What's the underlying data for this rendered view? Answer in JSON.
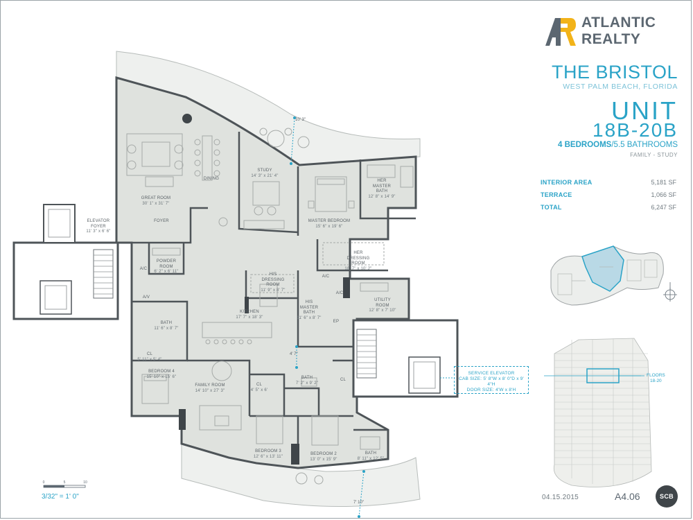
{
  "brand": {
    "line1": "ATLANTIC",
    "line2": "REALTY",
    "colors": {
      "gold": "#f2b319",
      "slate": "#5c6771",
      "accent": "#2aa3c7"
    }
  },
  "building": {
    "name": "THE BRISTOL",
    "location": "WEST PALM BEACH, FLORIDA"
  },
  "unit": {
    "word": "UNIT",
    "number": "18B-20B",
    "bedrooms": "4 BEDROOMS",
    "bathrooms": "/5.5 BATHROOMS",
    "type": "FAMILY - STUDY"
  },
  "areas": [
    {
      "label": "INTERIOR AREA",
      "value": "5,181 SF"
    },
    {
      "label": "TERRACE",
      "value": "1,066 SF"
    },
    {
      "label": "TOTAL",
      "value": "6,247 SF"
    }
  ],
  "floors": {
    "label": "FLOORS",
    "value": "18-20"
  },
  "service_elevator": {
    "title": "SERVICE ELEVATOR",
    "cab": "CAB SIZE: 5' 8\"W x 8' 0\"D x 9' 4\"H",
    "door": "DOOR SIZE: 4'W x 8'H"
  },
  "scale": {
    "ticks": [
      "0",
      "5",
      "10"
    ],
    "text": "3/32\" = 1' 0\""
  },
  "footer": {
    "date": "04.15.2015",
    "sheet": "A4.06",
    "badge": "SCB"
  },
  "rooms": [
    {
      "id": "great-room",
      "name": "GREAT ROOM",
      "dim": "30' 1\" x 31' 7\""
    },
    {
      "id": "elevator-foyer",
      "name": "ELEVATOR\nFOYER",
      "dim": "11' 3\" x 6' 6\""
    },
    {
      "id": "foyer",
      "name": "FOYER",
      "dim": ""
    },
    {
      "id": "dining",
      "name": "DINING",
      "dim": ""
    },
    {
      "id": "study",
      "name": "STUDY",
      "dim": "14' 3\" x 21' 4\""
    },
    {
      "id": "master-bedroom",
      "name": "MASTER BEDROOM",
      "dim": "15' 6\" x 19' 6\""
    },
    {
      "id": "her-master-bath",
      "name": "HER\nMASTER\nBATH",
      "dim": "12' 8\" x 14' 9\""
    },
    {
      "id": "her-dressing",
      "name": "HER\nDRESSING\nROOM",
      "dim": "18' 7\" x 10' 2\""
    },
    {
      "id": "his-dressing",
      "name": "HIS\nDRESSING\nROOM",
      "dim": "11' 9\" x 8' 7\""
    },
    {
      "id": "powder",
      "name": "POWDER\nROOM",
      "dim": "6' 2\" x 6' 11\""
    },
    {
      "id": "ac1",
      "name": "A/C",
      "dim": ""
    },
    {
      "id": "av",
      "name": "A/V",
      "dim": ""
    },
    {
      "id": "kitchen",
      "name": "KITCHEN",
      "dim": "17' 7\" x 18' 3\""
    },
    {
      "id": "his-master-bath",
      "name": "HIS\nMASTER\nBATH",
      "dim": "11' 6\" x 8' 7\""
    },
    {
      "id": "ac2",
      "name": "A/C",
      "dim": ""
    },
    {
      "id": "ac3",
      "name": "A/C",
      "dim": ""
    },
    {
      "id": "utility",
      "name": "UTILITY\nROOM",
      "dim": "12' 8\" x 7' 10\""
    },
    {
      "id": "ep",
      "name": "EP",
      "dim": ""
    },
    {
      "id": "bath1",
      "name": "BATH",
      "dim": "11' 6\" x 8' 7\""
    },
    {
      "id": "cl1",
      "name": "CL",
      "dim": "5' 11\" x 5' 4\""
    },
    {
      "id": "bedroom4",
      "name": "BEDROOM 4",
      "dim": "15' 10\" x 15' 6\""
    },
    {
      "id": "family",
      "name": "FAMILY ROOM",
      "dim": "14' 10\" x 27' 3\""
    },
    {
      "id": "cl2",
      "name": "CL",
      "dim": "4' 5\" x 6'"
    },
    {
      "id": "bath2",
      "name": "BATH",
      "dim": "7' 2\" x 9' 2\""
    },
    {
      "id": "cl3",
      "name": "CL",
      "dim": ""
    },
    {
      "id": "bedroom3",
      "name": "BEDROOM 3",
      "dim": "12' 6\" x 13' 11\""
    },
    {
      "id": "bedroom2",
      "name": "BEDROOM 2",
      "dim": "13' 0\" x 15' 9\""
    },
    {
      "id": "bath3",
      "name": "BATH",
      "dim": "8' 11\" x 12' 5\""
    }
  ],
  "dims": {
    "top": "10' 3\"",
    "mid": "4' 7\"",
    "bottom": "7' 10\""
  }
}
